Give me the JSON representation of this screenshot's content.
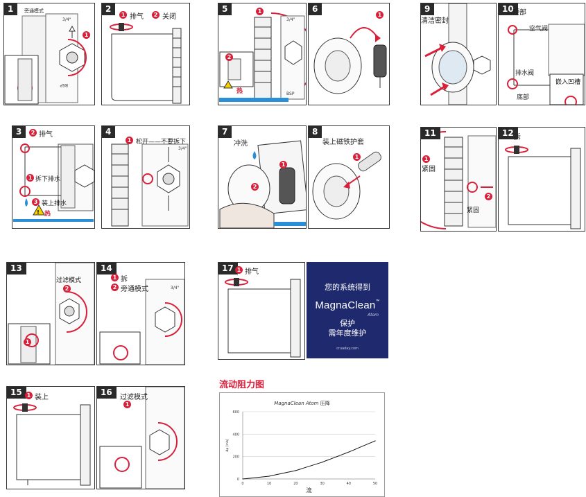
{
  "panels": [
    {
      "num": "1",
      "labels": [
        "旁通模式"
      ]
    },
    {
      "num": "2",
      "labels": [
        "排气",
        "关闭"
      ]
    },
    {
      "num": "3",
      "labels": [
        "排气",
        "拆下排水",
        "装上排水",
        "热"
      ]
    },
    {
      "num": "4",
      "labels": [
        "松开——不要拆下"
      ]
    },
    {
      "num": "5",
      "labels": [
        "热"
      ]
    },
    {
      "num": "6",
      "labels": []
    },
    {
      "num": "7",
      "labels": [
        "冲洗"
      ]
    },
    {
      "num": "8",
      "labels": [
        "装上磁铁护套"
      ]
    },
    {
      "num": "9",
      "labels": [
        "清洁密封"
      ]
    },
    {
      "num": "10",
      "labels": [
        "顶部",
        "空气阀",
        "排水阀",
        "底部",
        "嵌入凹槽"
      ]
    },
    {
      "num": "11",
      "labels": [
        "紧固",
        "紧固"
      ]
    },
    {
      "num": "12",
      "labels": [
        "拆"
      ]
    },
    {
      "num": "13",
      "labels": [
        "过滤模式"
      ]
    },
    {
      "num": "14",
      "labels": [
        "拆",
        "旁通模式"
      ]
    },
    {
      "num": "15",
      "labels": [
        "装上"
      ]
    },
    {
      "num": "16",
      "labels": [
        "过滤模式"
      ]
    },
    {
      "num": "17",
      "labels": [
        "排气"
      ]
    }
  ],
  "pipe_marks": {
    "size": "3/4\"",
    "bsp": "BSP"
  },
  "promo": {
    "heading": "您的系统得到",
    "brand": "MagnaClean",
    "tm": "™",
    "sub": "Atom",
    "line1": "保护",
    "line2": "需年度维护",
    "url": "cruaday.com"
  },
  "section_title": "流动阻力图",
  "chart_data": {
    "type": "line",
    "title": "MagnaClean Atom 压降",
    "xlabel": "流",
    "ylabel": "Δp [mb]",
    "x": [
      0,
      10,
      20,
      30,
      40,
      50
    ],
    "y": [
      0,
      25,
      75,
      150,
      240,
      340
    ],
    "xticks": [
      0,
      10,
      20,
      30,
      40,
      50
    ],
    "yticks": [
      0,
      200,
      400,
      600
    ],
    "xlim": [
      0,
      50
    ],
    "ylim": [
      0,
      600
    ],
    "grid": true,
    "color": "#111111"
  },
  "colors": {
    "accent": "#d8203a",
    "navy": "#1f2a6e",
    "water": "#2a8fd6"
  }
}
